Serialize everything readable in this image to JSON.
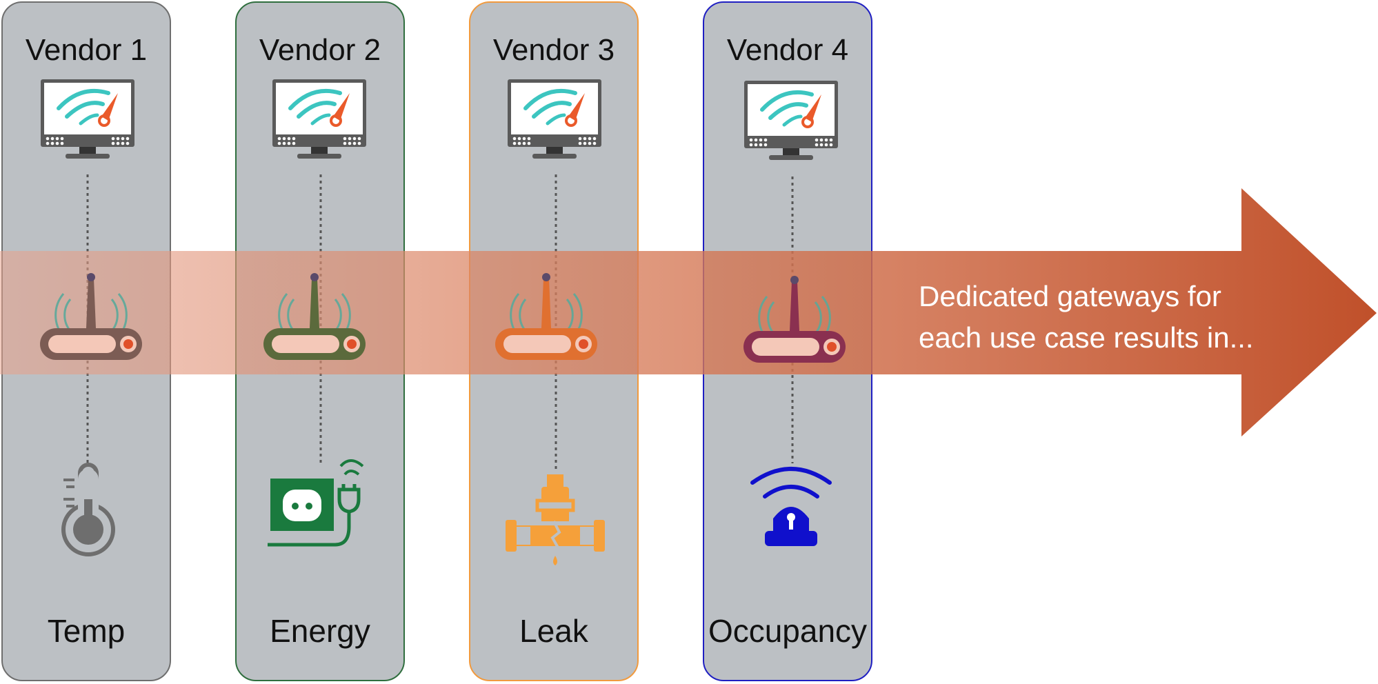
{
  "columns": [
    {
      "vendor": "Vendor 1",
      "sensor": "Temp",
      "sensor_icon": "thermometer-icon",
      "gateway_color": "#7c5c54"
    },
    {
      "vendor": "Vendor 2",
      "sensor": "Energy",
      "sensor_icon": "smart-plug-icon",
      "gateway_color": "#5b6a3c"
    },
    {
      "vendor": "Vendor 3",
      "sensor": "Leak",
      "sensor_icon": "pipe-leak-icon",
      "gateway_color": "#e07030"
    },
    {
      "vendor": "Vendor 4",
      "sensor": "Occupancy",
      "sensor_icon": "occupancy-sensor-icon",
      "gateway_color": "#8a3050"
    }
  ],
  "arrow": {
    "line1": "Dedicated gateways for",
    "line2": "each use case results in..."
  },
  "colors": {
    "temp": "#6e6e6e",
    "energy": "#1a7a3e",
    "leak": "#f5a03a",
    "occupancy": "#1010cc",
    "arrow_end": "#c0502a"
  }
}
